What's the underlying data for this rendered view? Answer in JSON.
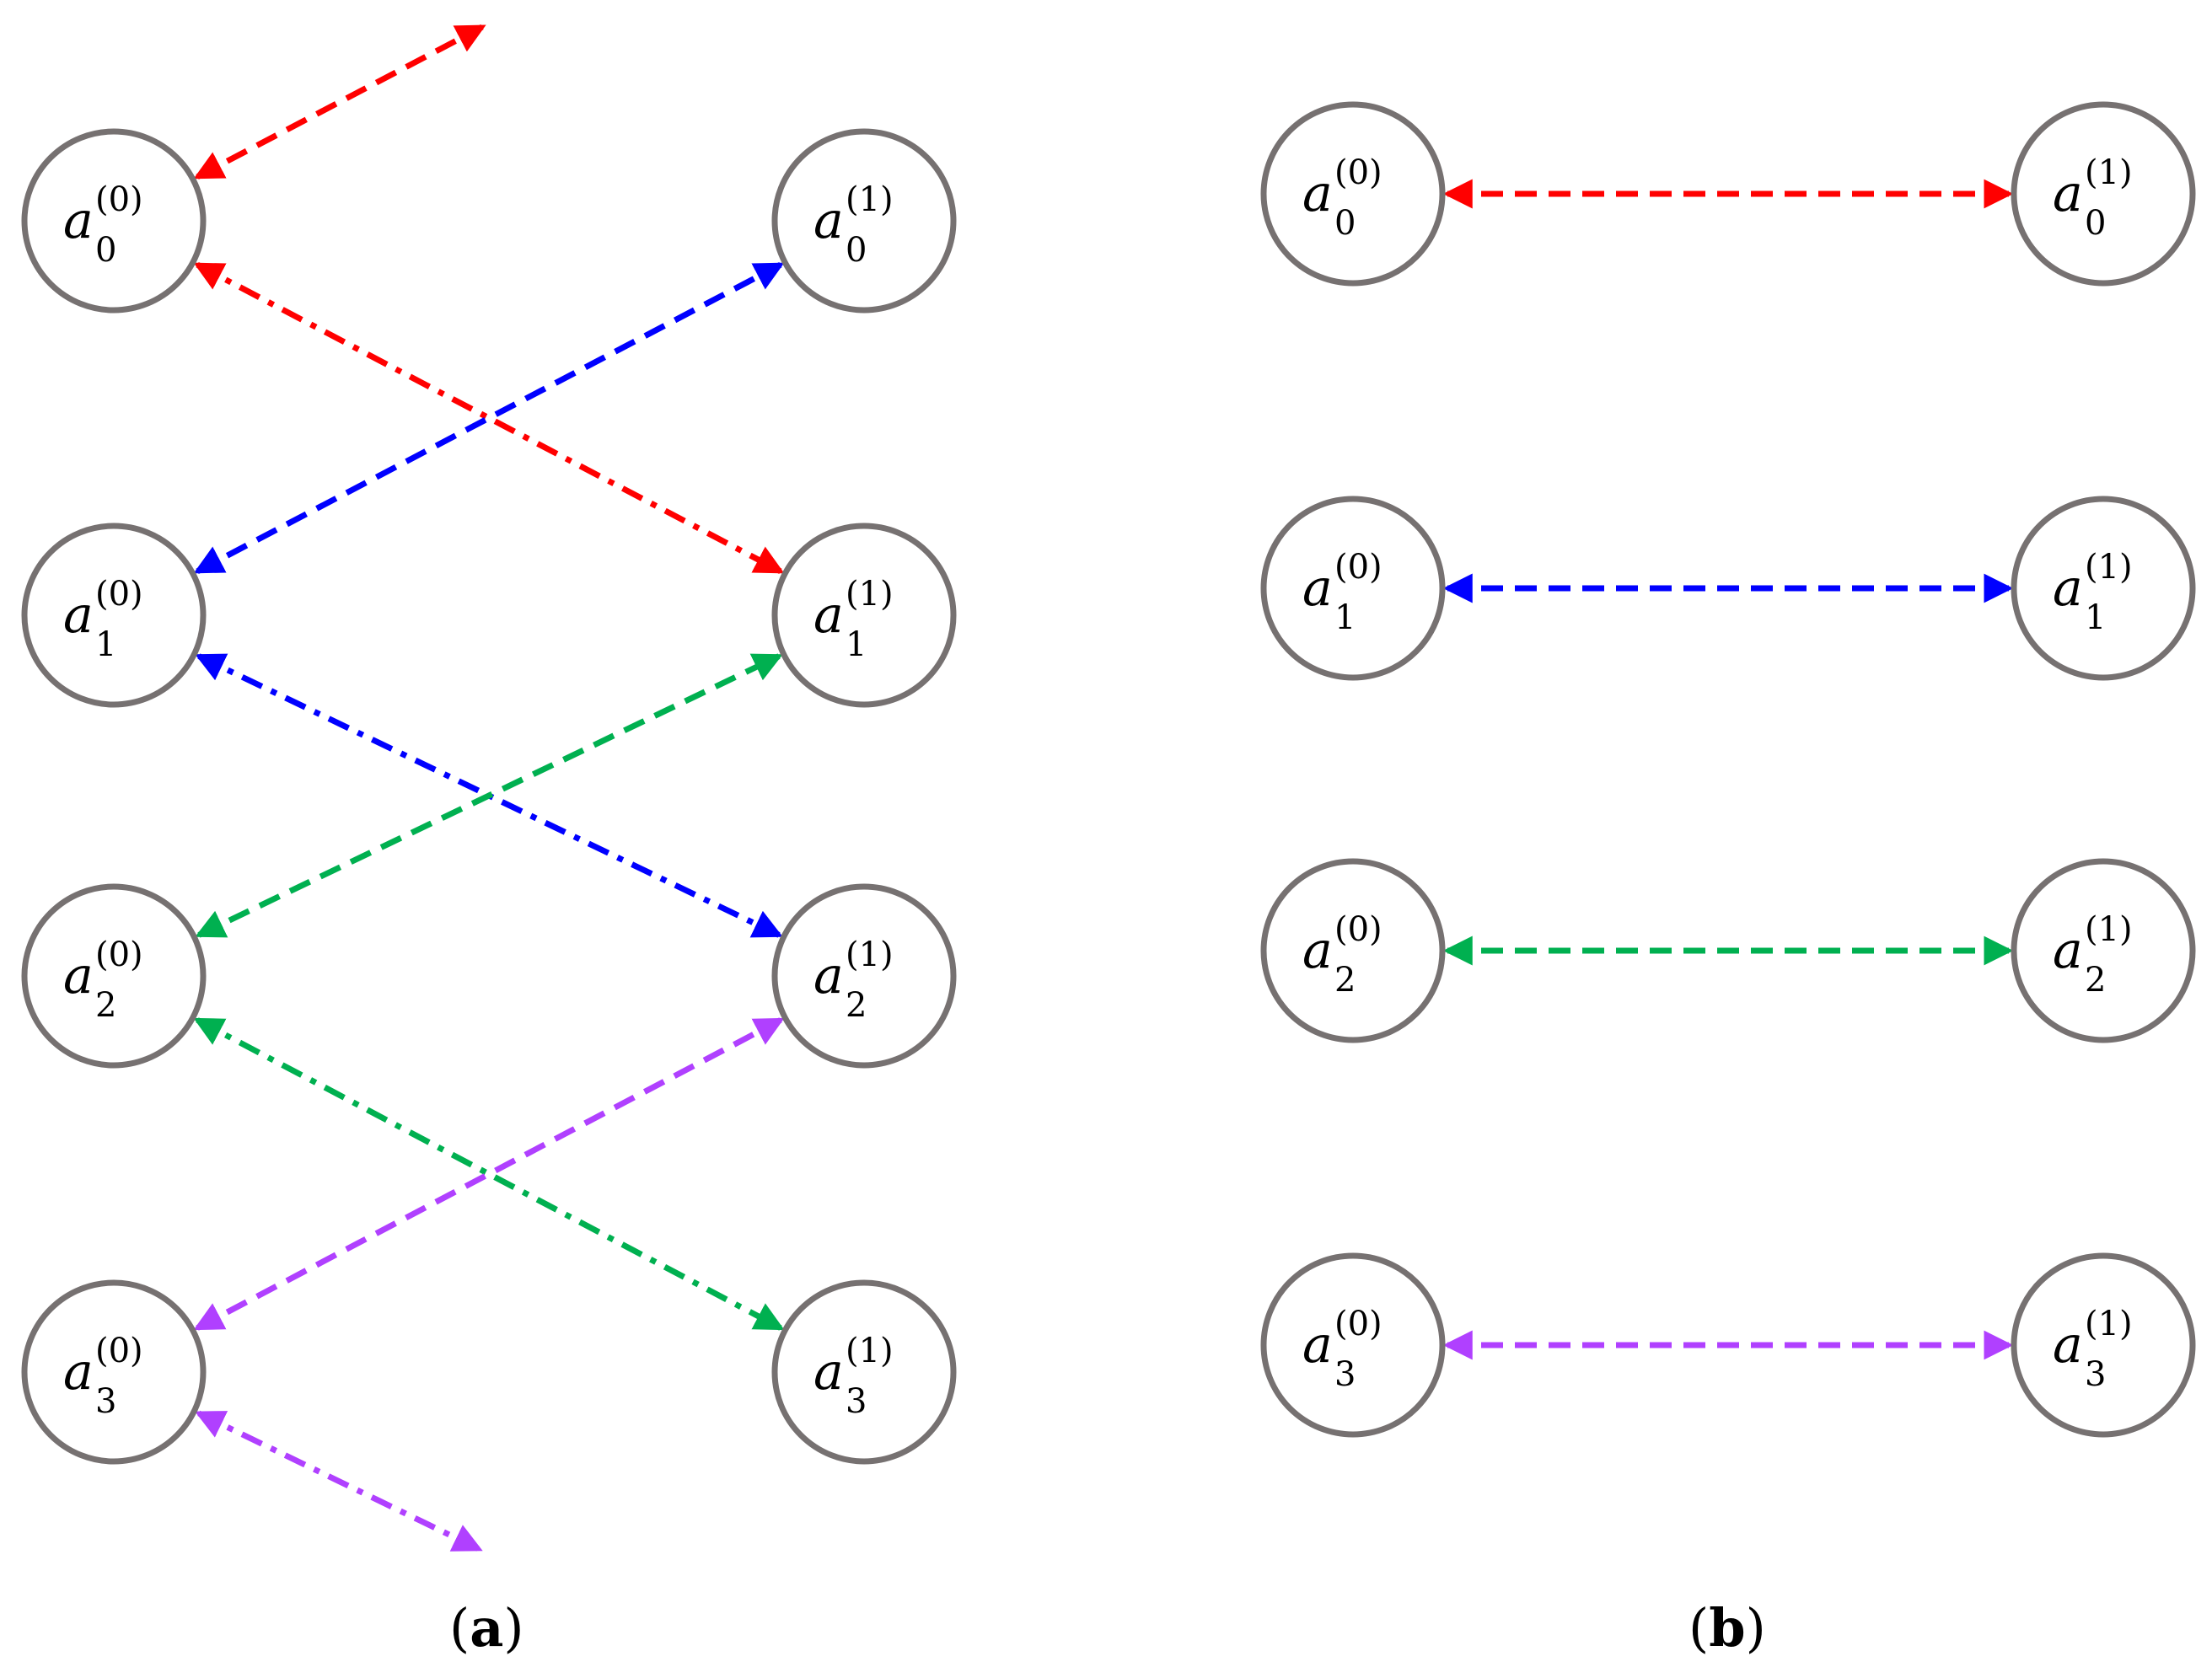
{
  "colors": {
    "red": "#ff0000",
    "blue": "#0000ff",
    "green": "#00b050",
    "purple": "#b040ff",
    "node_stroke": "#767171"
  },
  "node_labels": {
    "left": [
      {
        "base": "a",
        "sub": "0",
        "sup": "(0)"
      },
      {
        "base": "a",
        "sub": "1",
        "sup": "(0)"
      },
      {
        "base": "a",
        "sub": "2",
        "sup": "(0)"
      },
      {
        "base": "a",
        "sub": "3",
        "sup": "(0)"
      }
    ],
    "right": [
      {
        "base": "a",
        "sub": "0",
        "sup": "(1)"
      },
      {
        "base": "a",
        "sub": "1",
        "sup": "(1)"
      },
      {
        "base": "a",
        "sub": "2",
        "sup": "(1)"
      },
      {
        "base": "a",
        "sub": "3",
        "sup": "(1)"
      }
    ]
  },
  "panels": [
    {
      "caption_open": "(",
      "caption_letter": "a",
      "caption_close": ")"
    },
    {
      "caption_open": "(",
      "caption_letter": "b",
      "caption_close": ")"
    }
  ],
  "edges_a": [
    {
      "from": "L0",
      "to": "off-top",
      "color": "red",
      "style": "dashed"
    },
    {
      "from": "L0",
      "to": "R1",
      "color": "red",
      "style": "dashdot"
    },
    {
      "from": "L1",
      "to": "R0",
      "color": "blue",
      "style": "dashed"
    },
    {
      "from": "L1",
      "to": "R2",
      "color": "blue",
      "style": "dashdot"
    },
    {
      "from": "L2",
      "to": "R1",
      "color": "green",
      "style": "dashed"
    },
    {
      "from": "L2",
      "to": "R3",
      "color": "green",
      "style": "dashdot"
    },
    {
      "from": "L3",
      "to": "R2",
      "color": "purple",
      "style": "dashed"
    },
    {
      "from": "L3",
      "to": "off-bottom",
      "color": "purple",
      "style": "dashdot"
    }
  ],
  "edges_b": [
    {
      "from": "L0",
      "to": "R0",
      "color": "red",
      "style": "dashed"
    },
    {
      "from": "L1",
      "to": "R1",
      "color": "blue",
      "style": "dashed"
    },
    {
      "from": "L2",
      "to": "R2",
      "color": "green",
      "style": "dashed"
    },
    {
      "from": "L3",
      "to": "R3",
      "color": "purple",
      "style": "dashed"
    }
  ]
}
